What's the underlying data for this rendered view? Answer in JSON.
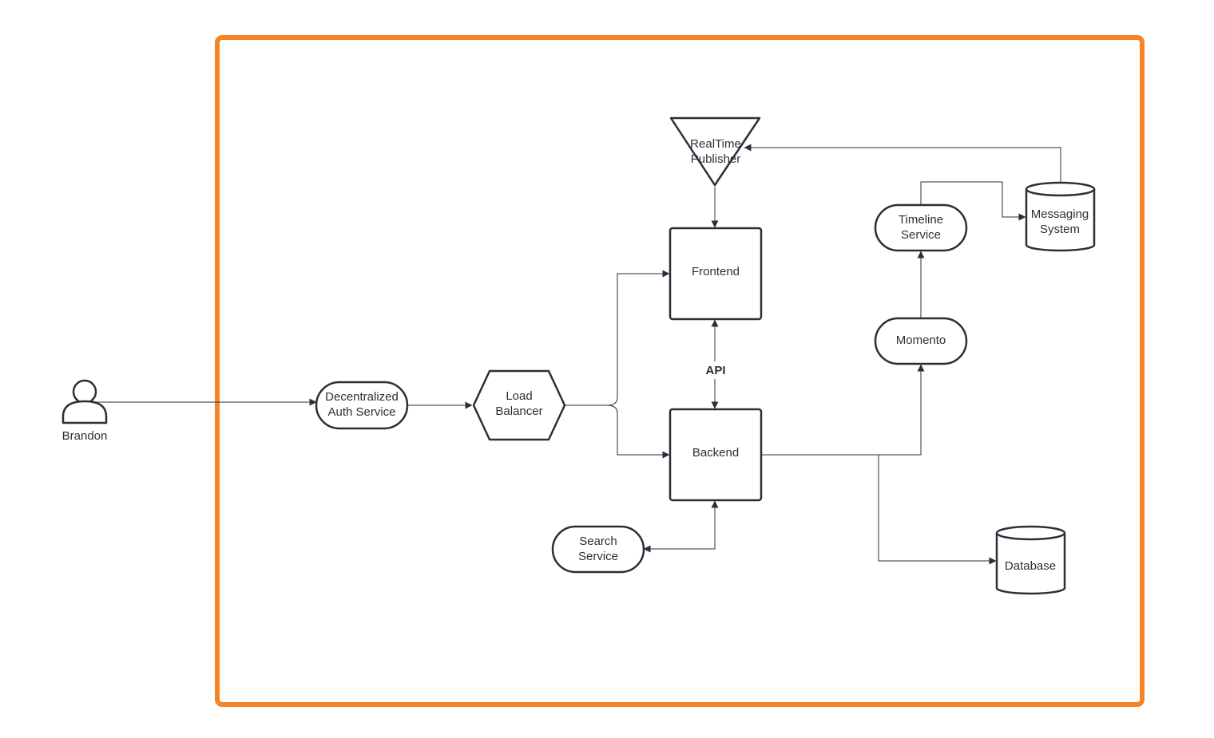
{
  "colors": {
    "boundary": "#f58426",
    "stroke": "#2b2f38",
    "background": "#ffffff"
  },
  "diagram": {
    "actor": {
      "label": "Brandon",
      "icon": "person-icon"
    },
    "nodes": {
      "auth": {
        "line1": "Decentralized",
        "line2": "Auth Service"
      },
      "load_balancer": {
        "line1": "Load",
        "line2": "Balancer"
      },
      "realtime": {
        "line1": "RealTime",
        "line2": "Publisher"
      },
      "frontend": {
        "label": "Frontend"
      },
      "backend": {
        "label": "Backend"
      },
      "search": {
        "line1": "Search",
        "line2": "Service"
      },
      "timeline": {
        "line1": "Timeline",
        "line2": "Service"
      },
      "messaging": {
        "line1": "Messaging",
        "line2": "System"
      },
      "momento": {
        "label": "Momento"
      },
      "database": {
        "label": "Database"
      }
    },
    "edge_labels": {
      "frontend_backend": "API"
    }
  }
}
